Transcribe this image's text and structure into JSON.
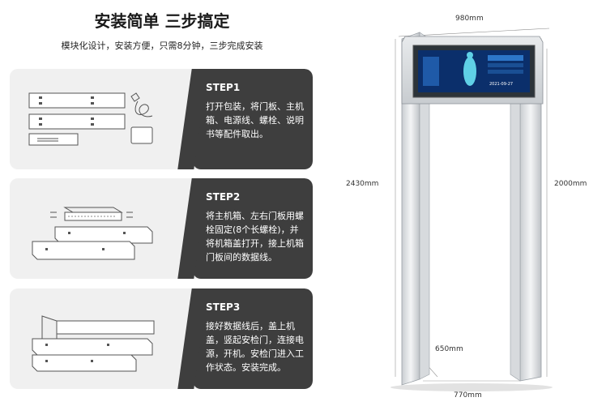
{
  "header": {
    "title": "安装简单 三步搞定",
    "subtitle": "模块化设计，安装方便，只需8分钟，三步完成安装"
  },
  "steps": [
    {
      "title": "STEP1",
      "text": "打开包装，将门板、主机箱、电源线、螺栓、说明书等配件取出。"
    },
    {
      "title": "STEP2",
      "text": "将主机箱、左右门板用螺栓固定(8个长螺栓)，并将机箱盖打开，接上机箱门板间的数据线。"
    },
    {
      "title": "STEP3",
      "text": "接好数据线后，盖上机盖，竖起安检门，连接电源，开机。安检门进入工作状态。安装完成。"
    }
  ],
  "dimensions": {
    "top_width": "980mm",
    "total_height": "2430mm",
    "inner_height": "2000mm",
    "depth": "650mm",
    "bottom_width": "770mm"
  },
  "screen": {
    "date": "2021-09-27"
  },
  "colors": {
    "dark_panel": "#3e3e3e",
    "light_panel": "#f0f0f0",
    "screen_blue": "#0b2f6b"
  }
}
